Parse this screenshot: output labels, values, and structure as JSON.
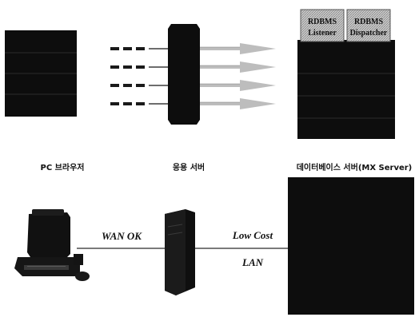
{
  "top_row": {
    "rdbms_boxes": [
      {
        "line1": "RDBMS",
        "line2": "Listener"
      },
      {
        "line1": "RDBMS",
        "line2": "Dispatcher"
      }
    ]
  },
  "tier_labels": {
    "client": "PC 브라우저",
    "app_server": "응용 서버",
    "db_server": "데이터베이스 서버(MX Server)"
  },
  "links": {
    "wan": "WAN OK",
    "lan_line1": "Low Cost",
    "lan_line2": "LAN"
  },
  "colors": {
    "dark": "#0d0d0d",
    "arrow": "#bdbdbd",
    "rdbms_fill": "#c4c4c4"
  }
}
